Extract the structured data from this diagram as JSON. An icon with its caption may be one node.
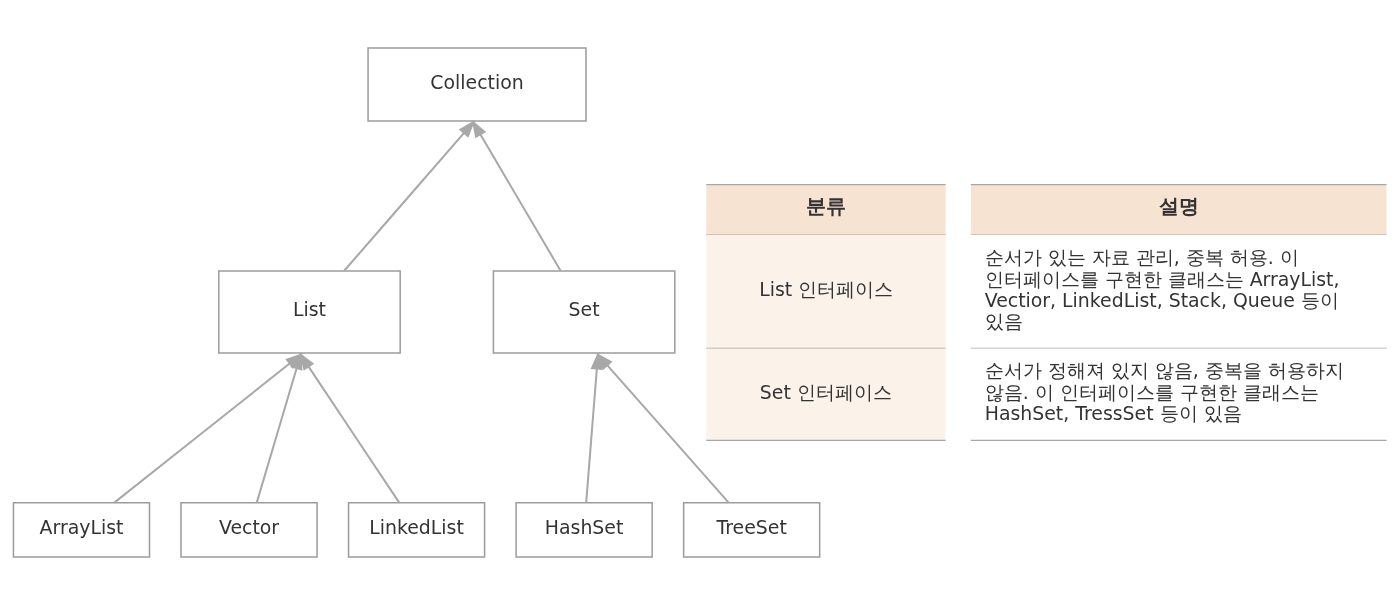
{
  "diagram": {
    "nodes": [
      {
        "text": [
          "Collection"
        ]
      },
      {
        "text": [
          "List"
        ]
      },
      {
        "text": [
          "Set"
        ]
      },
      {
        "text": [
          "ArrayList"
        ]
      },
      {
        "text": [
          "Vector"
        ]
      },
      {
        "text": [
          "LinkedList"
        ]
      },
      {
        "text": [
          "HashSet"
        ]
      },
      {
        "text": [
          "TreeSet"
        ]
      }
    ],
    "edges": [
      {
        "from": 1,
        "to": 0,
        "arrow": "to"
      },
      {
        "from": 2,
        "to": 0,
        "arrow": "to"
      },
      {
        "from": 3,
        "to": 1,
        "arrow": "to"
      },
      {
        "from": 4,
        "to": 1,
        "arrow": "to"
      },
      {
        "from": 5,
        "to": 1,
        "arrow": "to"
      },
      {
        "from": 6,
        "to": 2,
        "arrow": "to"
      },
      {
        "from": 7,
        "to": 2,
        "arrow": "to"
      }
    ],
    "labels": [
      "분류",
      "설명",
      "List 인터페이스",
      "순서가 있는 자료 관리, 중복 허용. 이 인터페이스를 구현한 클래스는 ArrayList, Vectior, LinkedList, Stack, Queue 등이 있음",
      "Set 인터페이스",
      "순서가 정해져 있지 않음, 중복을 허용하지 않음. 이 인터페이스를 구현한 클래스는 HashSet, TressSet 등이 있음"
    ]
  }
}
